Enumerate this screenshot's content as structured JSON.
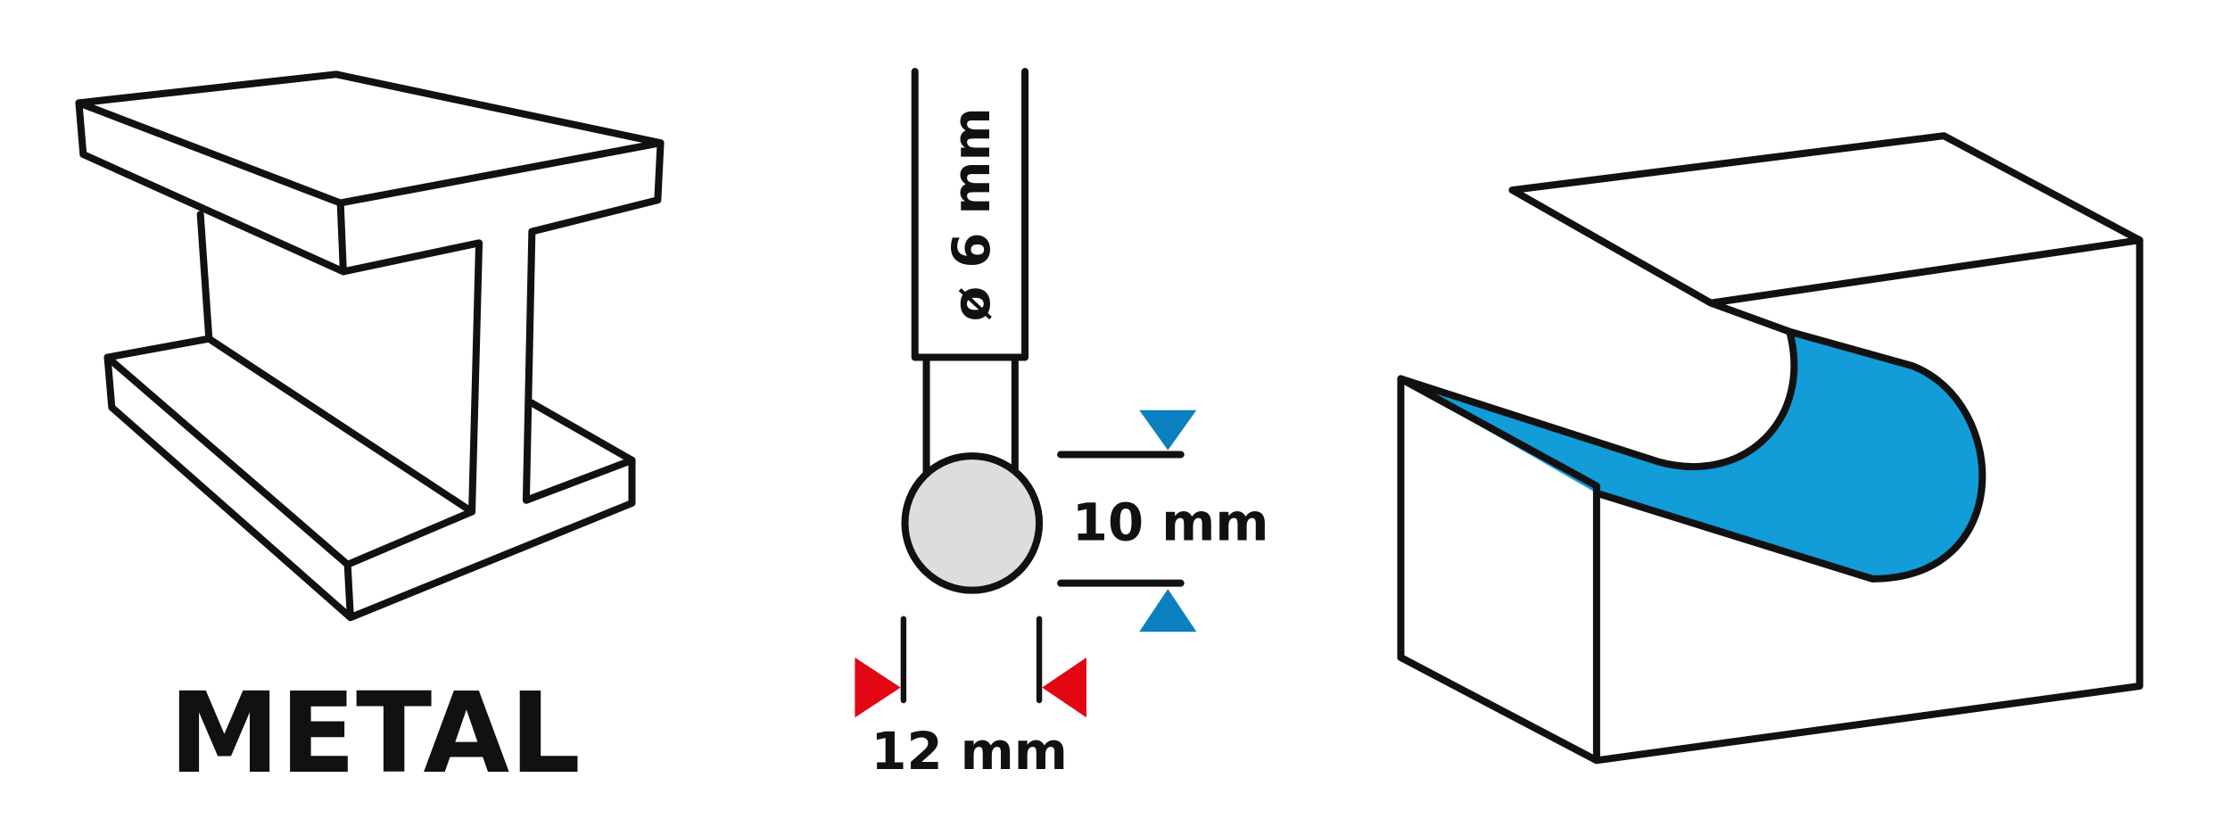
{
  "material_label": "METAL",
  "shank_diameter": "ø 6 mm",
  "head_height": "10 mm",
  "head_diameter": "12 mm",
  "colors": {
    "groove_blue": "#129cd8",
    "arrow_blue": "#0a80c0",
    "arrow_red": "#e30613",
    "head_fill": "#dcdddd",
    "stroke": "#111111"
  }
}
